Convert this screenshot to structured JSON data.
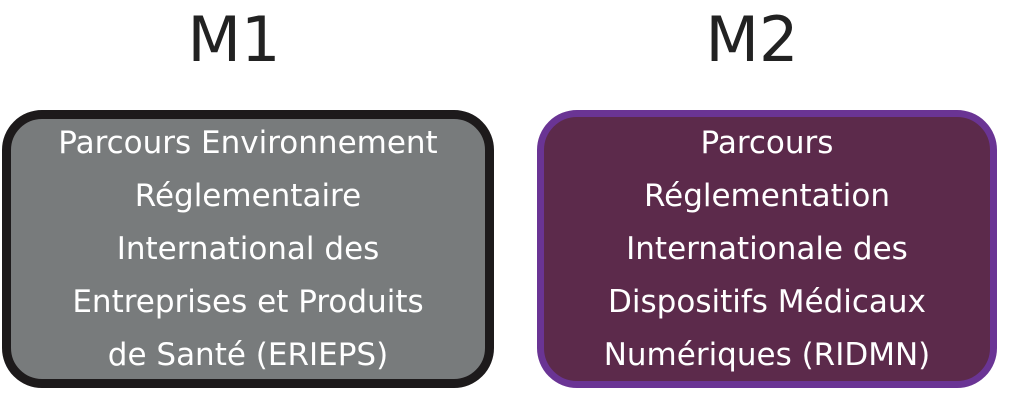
{
  "columns": [
    {
      "title": "M1",
      "box_text": "Parcours Environnement\nRéglementaire\nInternational des\nEntreprises et Produits\nde Santé (ERIEPS)",
      "colors": {
        "fill": "#787b7c",
        "border": "#1d1a1b"
      }
    },
    {
      "title": "M2",
      "box_text": "Parcours\nRéglementation\nInternationale des\nDispositifs Médicaux\nNumériques (RIDMN)",
      "colors": {
        "fill": "#5c2a4b",
        "border": "#6a3494"
      }
    }
  ]
}
